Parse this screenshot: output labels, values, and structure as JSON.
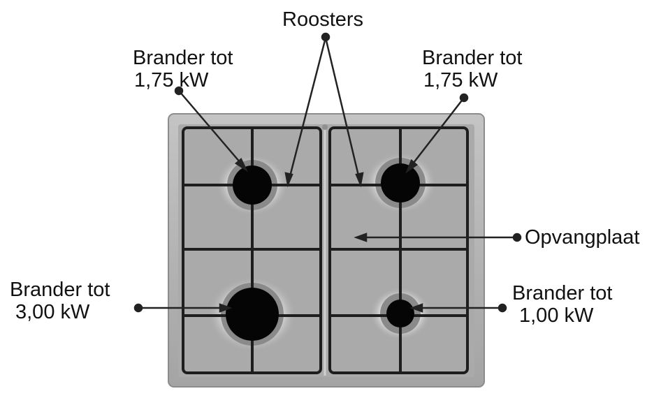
{
  "title": "",
  "labels": {
    "grates": "Roosters",
    "burner_top_left": {
      "line1": "Brander tot",
      "line2": "1,75 kW"
    },
    "burner_top_right": {
      "line1": "Brander tot",
      "line2": "1,75 kW"
    },
    "drip_tray": "Opvangplaat",
    "burner_bottom_left": {
      "line1": "Brander tot",
      "line2": "3,00 kW"
    },
    "burner_bottom_right": {
      "line1": "Brander tot",
      "line2": "1,00 kW"
    }
  },
  "colors": {
    "frame": "#b5b5b5",
    "plate": "#a9a9a9",
    "grate": "#1e1e1e",
    "burner": "#050505",
    "leader": "#222222"
  }
}
